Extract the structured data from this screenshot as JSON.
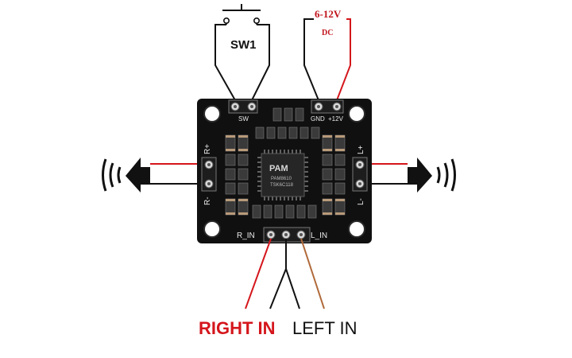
{
  "labels": {
    "switch": "SW1",
    "power_voltage": "6-12V",
    "power_type": "DC",
    "right_input": "RIGHT IN",
    "left_input": "LEFT IN"
  },
  "board": {
    "pin_sw": "SW",
    "pin_gnd": "GND",
    "pin_12v": "+12V",
    "pin_r_plus": "R+",
    "pin_r_minus": "R-",
    "pin_l_plus": "L+",
    "pin_l_minus": "L-",
    "pin_r_in": "R_IN",
    "pin_l_in": "L_IN",
    "chip_brand": "PAM",
    "chip_part": "PAM8610",
    "chip_code": "TSK6C118"
  },
  "colors": {
    "pcb": "#101010",
    "wire_red": "#d4161c",
    "wire_black": "#111111",
    "wire_brown": "#b06a3a",
    "label_red": "#c0141c"
  },
  "icons": {
    "speaker": "speaker-icon",
    "switch": "push-button-icon"
  }
}
